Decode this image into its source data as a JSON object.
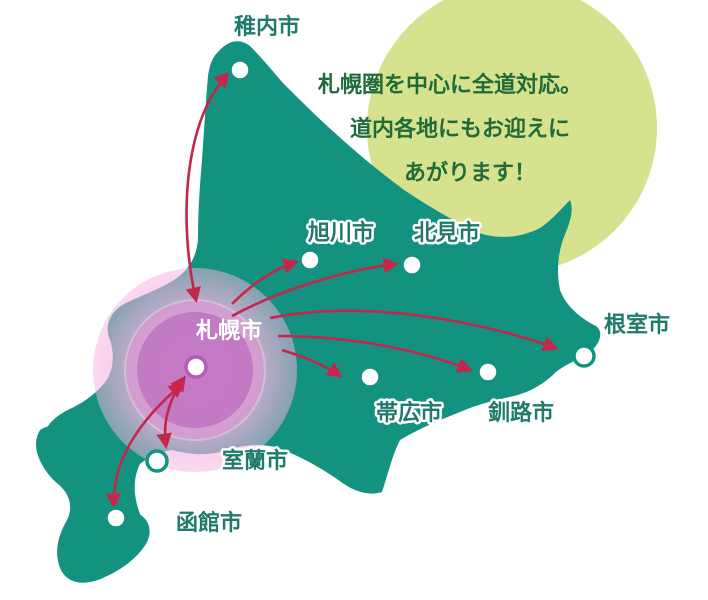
{
  "callout": {
    "lines": [
      "札幌圏を中心に全道対応。",
      "道内各地にもお迎えに",
      "あがります！"
    ]
  },
  "cities": {
    "wakkanai": "稚内市",
    "asahikawa": "旭川市",
    "kitami": "北見市",
    "sapporo": "札幌市",
    "nemuro": "根室市",
    "obihiro": "帯広市",
    "kushiro": "釧路市",
    "muroran": "室蘭市",
    "hakodate": "函館市"
  },
  "colors": {
    "land": "#13927f",
    "callout_bg": "#d6e28e",
    "route": "#c4264c",
    "sapporo_glow": "#f7b3e3",
    "label": "#1f7a6b",
    "dot_fill": "#ffffff"
  }
}
